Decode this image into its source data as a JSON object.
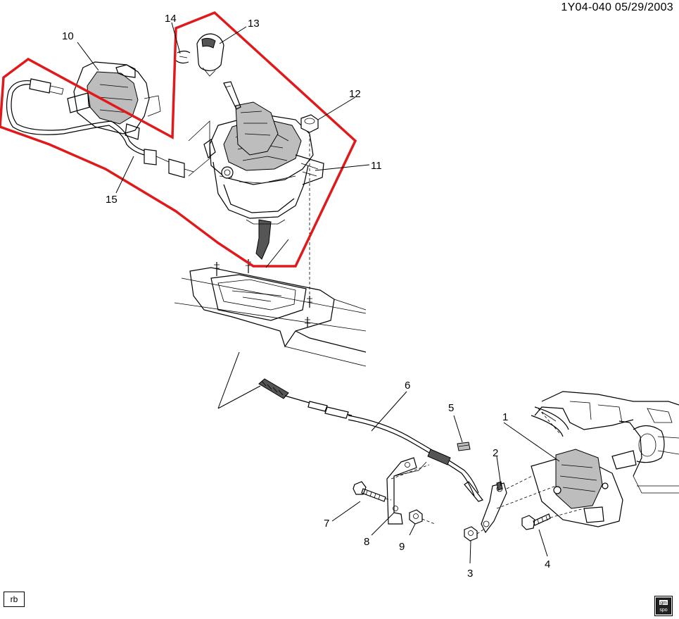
{
  "header": {
    "drawing_id": "1Y04-040  05/29/2003"
  },
  "footer": {
    "rb_label": "rb"
  },
  "logo": {
    "top_text": "gm",
    "bottom_text": "spo"
  },
  "highlight_color": "#e0191b",
  "callouts": {
    "c1": "1",
    "c2": "2",
    "c3": "3",
    "c4": "4",
    "c5": "5",
    "c6": "6",
    "c7": "7",
    "c8": "8",
    "c9": "9",
    "c10": "10",
    "c11": "11",
    "c12": "12",
    "c13": "13",
    "c14": "14",
    "c15": "15"
  }
}
